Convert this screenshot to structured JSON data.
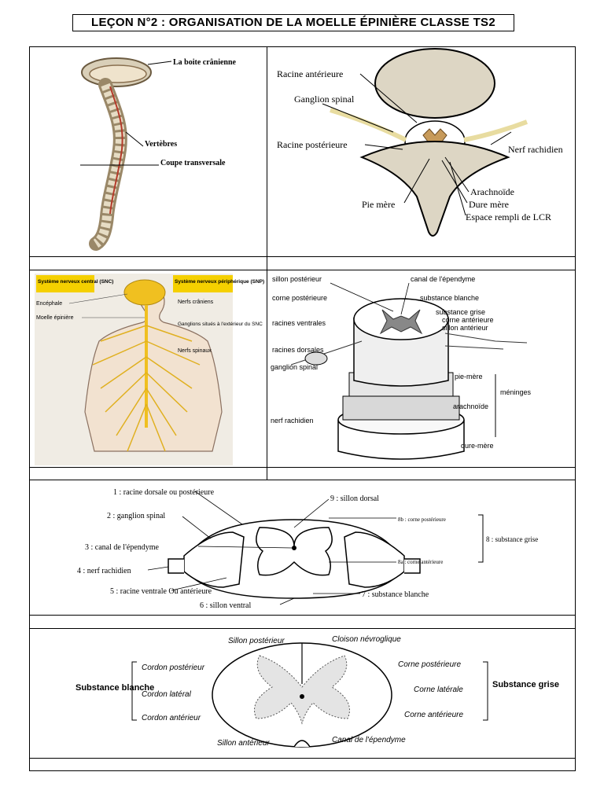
{
  "title": "LEÇON N°2 :  ORGANISATION DE LA MOELLE ÉPINIÈRE CLASSE TS2",
  "fig1": {
    "labels": [
      "La boite crânienne",
      "Vertèbres",
      "Coupe transversale"
    ]
  },
  "fig2": {
    "labels": [
      "Racine antérieure",
      "Ganglion spinal",
      "Racine postérieure",
      "Nerf rachidien",
      "Arachnoïde",
      "Dure mère",
      "Pie mère",
      "Espace rempli de LCR"
    ]
  },
  "fig3": {
    "header_snc": "Système nerveux central (SNC)",
    "header_snp": "Système nerveux périphérique (SNP)",
    "labels_left": [
      "Encéphale",
      "Moelle épinière"
    ],
    "labels_right": [
      "Nerfs crâniens",
      "Ganglions situés à l'extérieur du SNC",
      "Nerfs spinaux"
    ]
  },
  "fig4": {
    "labels": [
      "sillon postérieur",
      "canal de l'épendyme",
      "corne postérieure",
      "substance blanche",
      "racines ventrales",
      "substance grise",
      "corne antérieure",
      "sillon antérieur",
      "racines dorsales",
      "ganglion spinal",
      "pie-mère",
      "méninges",
      "arachnoïde",
      "nerf rachidien",
      "dure-mère"
    ]
  },
  "fig5": {
    "labels": [
      "1 : racine dorsale ou postérieure",
      "9 : sillon dorsal",
      "2 : ganglion spinal",
      "8b : corne postérieure",
      "8 : substance grise",
      "3 : canal de l'épendyme",
      "8a : corne antérieure",
      "4 : nerf rachidien",
      "5 : racine ventrale Ou antérieure",
      "7 : substance blanche",
      "6 : sillon ventral"
    ]
  },
  "fig6": {
    "labels": [
      "Sillon postérieur",
      "Cloison névroglique",
      "Cordon postérieur",
      "Corne postérieure",
      "Substance blanche",
      "Substance grise",
      "Cordon latéral",
      "Corne latérale",
      "Cordon antérieur",
      "Corne antérieure",
      "Sillon antérieur",
      "Canal de l'épendyme"
    ]
  },
  "colors": {
    "bone": "#c8c0a8",
    "nerve_yellow": "#f0c020",
    "skin": "#f2e2d0",
    "grey_matter": "#777777",
    "header_bg": "#f5d000"
  }
}
